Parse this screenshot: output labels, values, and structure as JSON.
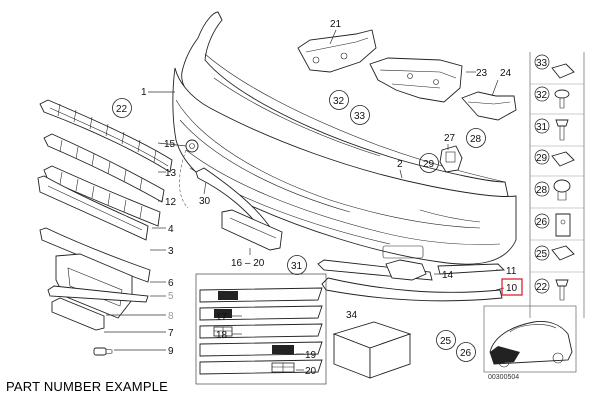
{
  "footer_caption": "PART NUMBER EXAMPLE",
  "diagram_code": "00300504",
  "highlight_color": "#d8262c",
  "callouts": {
    "c1": "1",
    "c2": "2",
    "c3": "3",
    "c4": "4",
    "c5": "5",
    "c6": "6",
    "c7": "7",
    "c8": "8",
    "c9": "9",
    "c10": "10",
    "c11": "11",
    "c12": "12",
    "c13": "13",
    "c14": "14",
    "c15": "15",
    "c16_20": "16 – 20",
    "c17": "17",
    "c18": "18",
    "c19": "19",
    "c20": "20",
    "c21": "21",
    "c22": "22",
    "c23": "23",
    "c24": "24",
    "c25": "25",
    "c26": "26",
    "c27": "27",
    "c28": "28",
    "c29": "29",
    "c30": "30",
    "c31": "31",
    "c32": "32",
    "c33": "33",
    "c34": "34"
  },
  "side_column": {
    "r33": "33",
    "r32": "32",
    "r31": "31",
    "r29": "29",
    "r28": "28",
    "r26": "26",
    "r25": "25",
    "r22": "22"
  }
}
